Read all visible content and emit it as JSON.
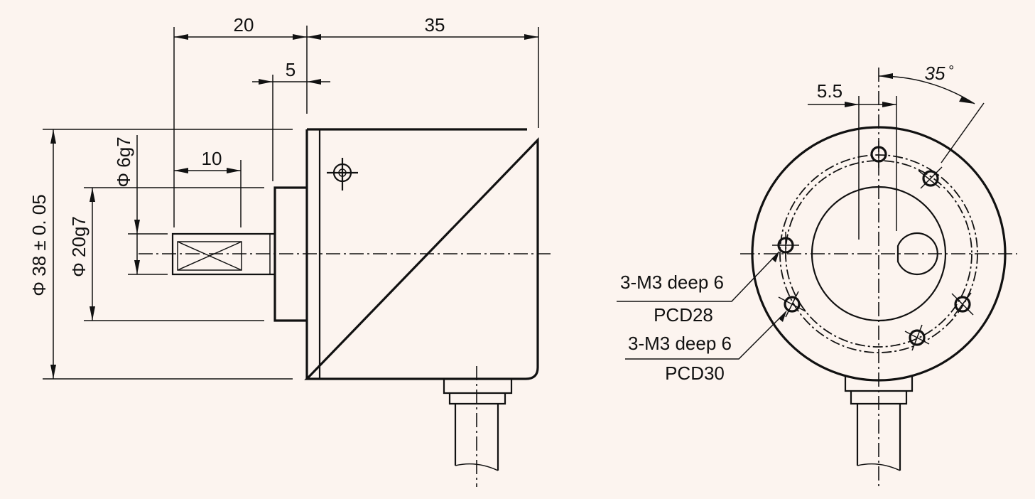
{
  "side_view": {
    "dimensions": {
      "shaft_length": "20",
      "body_length": "35",
      "flange_width": "5",
      "flat_length": "10",
      "shaft_diameter": "Φ 6g7",
      "spigot_diameter": "Φ 20g7",
      "body_diameter": "Φ 38 ± 0. 05"
    }
  },
  "front_view": {
    "dimensions": {
      "flat_width": "5.5",
      "angle": "35",
      "angle_unit": "°"
    },
    "callouts": {
      "inner_holes_spec": "3-M3 deep 6",
      "inner_holes_pcd": "PCD28",
      "outer_holes_spec": "3-M3 deep 6",
      "outer_holes_pcd": "PCD30"
    }
  },
  "colors": {
    "background": "#fcf4ef",
    "ink": "#111111"
  }
}
